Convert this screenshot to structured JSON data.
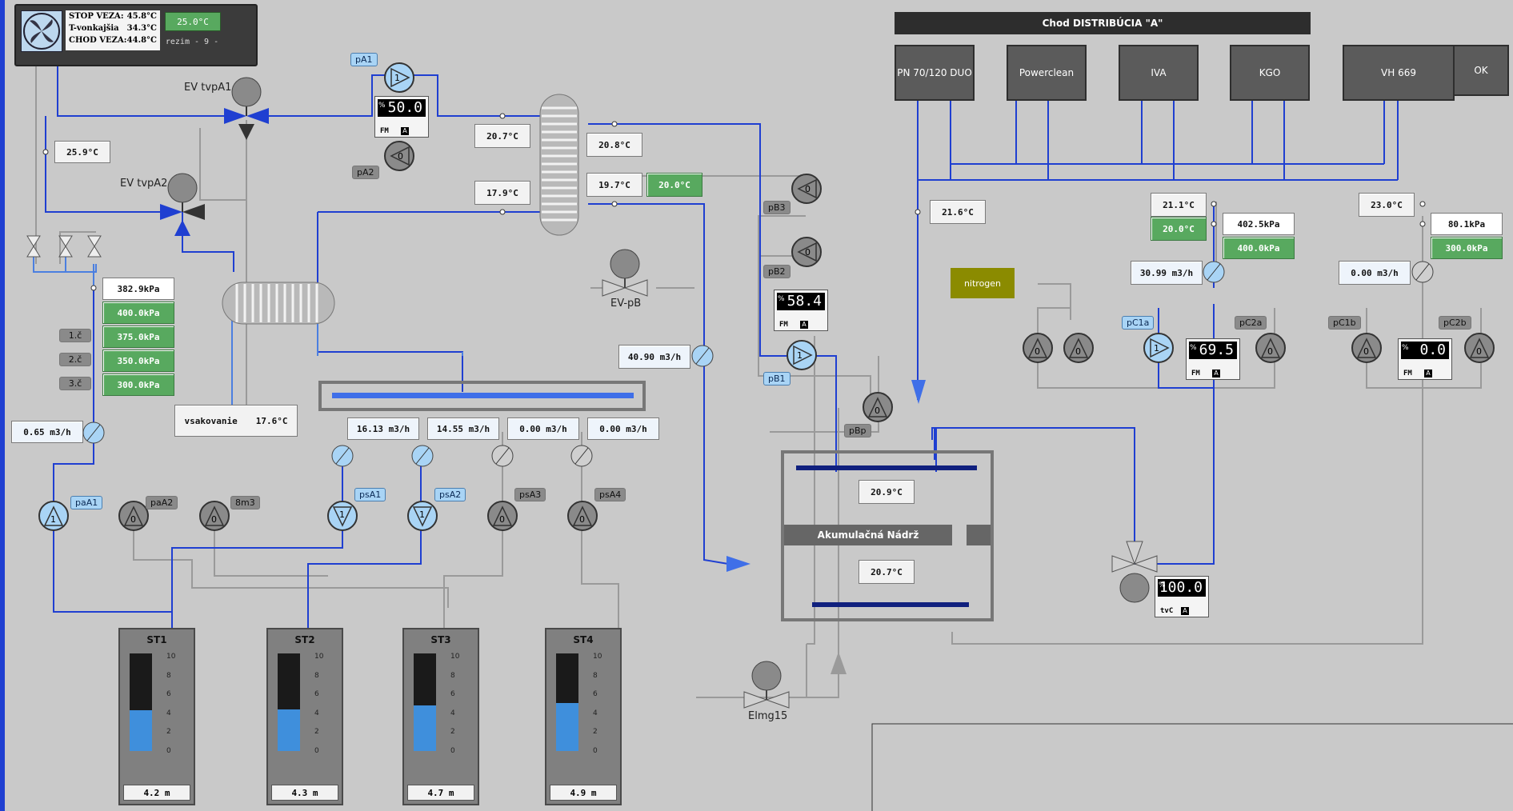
{
  "header_panel": {
    "rows": [
      {
        "label": "STOP VEZA:",
        "value": "45.8°C"
      },
      {
        "label": "T-vonkajšia",
        "value": "34.3°C"
      },
      {
        "label": "CHOD VEZA:",
        "value": "44.8°C"
      }
    ],
    "setpoint": "25.0°C",
    "mode": "rezim - 9 -"
  },
  "distribution": {
    "title": "Chod DISTRIBÚCIA \"A\"",
    "buttons": [
      "PN 70/120 DUO",
      "Powerclean",
      "IVA",
      "KGO",
      "VH 669",
      "OK"
    ]
  },
  "valves": {
    "ev_tvpa1": "EV tvpA1",
    "ev_tvpa2": "EV tvpA2",
    "ev_pb": "EV-pB",
    "elmg15": "Elmg15"
  },
  "pumps": {
    "pA1": {
      "tag": "pA1",
      "state": "1"
    },
    "pA2": {
      "tag": "pA2",
      "state": "0"
    },
    "pB3": {
      "tag": "pB3",
      "state": "0"
    },
    "pB2": {
      "tag": "pB2",
      "state": "0"
    },
    "pB1": {
      "tag": "pB1",
      "state": "1"
    },
    "pBp": {
      "tag": "pBp",
      "state": "0"
    },
    "paA1": {
      "tag": "paA1",
      "state": "1"
    },
    "paA2": {
      "tag": "paA2",
      "state": "0"
    },
    "p8m3": {
      "tag": "8m3",
      "state": "0"
    },
    "psA1": {
      "tag": "psA1",
      "state": "1"
    },
    "psA2": {
      "tag": "psA2",
      "state": "1"
    },
    "psA3": {
      "tag": "psA3",
      "state": "0"
    },
    "psA4": {
      "tag": "psA4",
      "state": "0"
    },
    "pC1a": {
      "tag": "pC1a",
      "state": "1"
    },
    "pC2a": {
      "tag": "pC2a",
      "state": "0"
    },
    "pC1b": {
      "tag": "pC1b",
      "state": "0"
    },
    "pC2b": {
      "tag": "pC2b",
      "state": "0"
    },
    "n1": {
      "state": "0"
    },
    "n2": {
      "state": "0"
    }
  },
  "freq": {
    "pA1": {
      "value": "50.0",
      "mode": "FM",
      "a": "A"
    },
    "pB": {
      "value": "58.4",
      "mode": "FM",
      "a": "A"
    },
    "pC1": {
      "value": "69.5",
      "mode": "FM",
      "a": "A"
    },
    "pC2": {
      "value": "0.0",
      "mode": "FM",
      "a": "A"
    },
    "tvC": {
      "value": "100.0",
      "mode": "tvC",
      "a": "A"
    }
  },
  "temps": {
    "t259": "25.9°C",
    "t207a": "20.7°C",
    "t208": "20.8°C",
    "t179": "17.9°C",
    "t197": "19.7°C",
    "t200g": "20.0°C",
    "t216": "21.6°C",
    "t211": "21.1°C",
    "t200g2": "20.0°C",
    "t230": "23.0°C",
    "t209": "20.9°C",
    "t207b": "20.7°C",
    "vsak_label": "vsakovanie",
    "vsak_value": "17.6°C"
  },
  "pressures": {
    "p3829": "382.9kPa",
    "p400": "400.0kPa",
    "p375": "375.0kPa",
    "p350": "350.0kPa",
    "p300": "300.0kPa",
    "c1": "1.č",
    "c2": "2.č",
    "c3": "3.č",
    "p4025": "402.5kPa",
    "p400b": "400.0kPa",
    "p801": "80.1kPa",
    "p300b": "300.0kPa"
  },
  "flows": {
    "f065": "0.65 m3/h",
    "f4090": "40.90 m3/h",
    "f1613": "16.13 m3/h",
    "f1455": "14.55 m3/h",
    "f000a": "0.00 m3/h",
    "f000b": "0.00 m3/h",
    "f3099": "30.99 m3/h",
    "f000c": "0.00 m3/h"
  },
  "nitrogen": "nitrogen",
  "akum": {
    "label": "Akumulačná Nádrž"
  },
  "tanks": [
    {
      "name": "ST1",
      "level": "4.2 m",
      "fill": 0.42
    },
    {
      "name": "ST2",
      "level": "4.3 m",
      "fill": 0.43
    },
    {
      "name": "ST3",
      "level": "4.7 m",
      "fill": 0.47
    },
    {
      "name": "ST4",
      "level": "4.9 m",
      "fill": 0.49
    }
  ],
  "tank_scale": [
    "10",
    "8",
    "6",
    "4",
    "2",
    "0"
  ],
  "colors": {
    "pipe_active": "#1f3fd1",
    "pipe_idle": "#9a9a9a",
    "green": "#58a95f"
  }
}
